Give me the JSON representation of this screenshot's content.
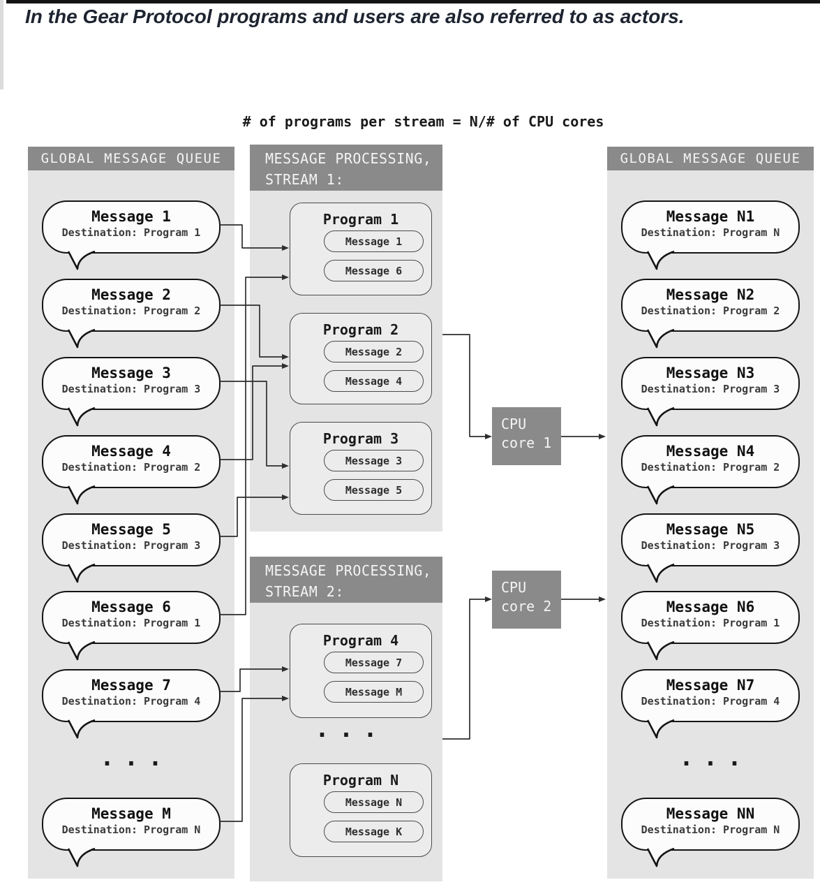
{
  "quote": "In the Gear Protocol programs and users are also referred to as actors.",
  "formula": "# of programs per stream = N/# of CPU cores",
  "ellipsis": "...",
  "left_queue": {
    "title": "GLOBAL MESSAGE QUEUE",
    "items": [
      {
        "title": "Message 1",
        "subtitle": "Destination: Program 1"
      },
      {
        "title": "Message 2",
        "subtitle": "Destination: Program 2"
      },
      {
        "title": "Message 3",
        "subtitle": "Destination: Program 3"
      },
      {
        "title": "Message 4",
        "subtitle": "Destination: Program 2"
      },
      {
        "title": "Message 5",
        "subtitle": "Destination: Program 3"
      },
      {
        "title": "Message 6",
        "subtitle": "Destination: Program 1"
      },
      {
        "title": "Message 7",
        "subtitle": "Destination: Program 4"
      },
      {
        "dots": true
      },
      {
        "title": "Message M",
        "subtitle": "Destination: Program N"
      }
    ]
  },
  "right_queue": {
    "title": "GLOBAL MESSAGE QUEUE",
    "items": [
      {
        "title": "Message N1",
        "subtitle": "Destination: Program N"
      },
      {
        "title": "Message N2",
        "subtitle": "Destination: Program 2"
      },
      {
        "title": "Message N3",
        "subtitle": "Destination: Program 3"
      },
      {
        "title": "Message N4",
        "subtitle": "Destination: Program 2"
      },
      {
        "title": "Message N5",
        "subtitle": "Destination: Program 3"
      },
      {
        "title": "Message N6",
        "subtitle": "Destination: Program 1"
      },
      {
        "title": "Message N7",
        "subtitle": "Destination: Program 4"
      },
      {
        "dots": true
      },
      {
        "title": "Message NN",
        "subtitle": "Destination: Program N"
      }
    ]
  },
  "streams": [
    {
      "title": "MESSAGE PROCESSING,\nSTREAM 1:",
      "programs": [
        {
          "title": "Program 1",
          "messages": [
            "Message 1",
            "Message 6"
          ]
        },
        {
          "title": "Program 2",
          "messages": [
            "Message 2",
            "Message 4"
          ]
        },
        {
          "title": "Program 3",
          "messages": [
            "Message 3",
            "Message 5"
          ]
        }
      ]
    },
    {
      "title": "MESSAGE PROCESSING,\nSTREAM 2:",
      "programs": [
        {
          "title": "Program 4",
          "messages": [
            "Message 7",
            "Message M"
          ]
        },
        {
          "dots": true
        },
        {
          "title": "Program N",
          "messages": [
            "Message N",
            "Message K"
          ]
        }
      ]
    }
  ],
  "cpu_cores": [
    {
      "label": "CPU\ncore 1"
    },
    {
      "label": "CPU\ncore 2"
    }
  ],
  "colors": {
    "header_bg": "#8a8a8a",
    "header_text": "#f4f4f4",
    "column_bg": "#e4e4e4",
    "program_bg": "#ececec",
    "program_border": "#4a4a4a",
    "bubble_bg": "#fcfcfc",
    "bubble_border": "#141414",
    "connector": "#2e2e2e",
    "cpu_bg": "#8a8a8a",
    "cpu_text": "#f4f4f4",
    "quote_text": "#1d2430",
    "quote_bar": "#dcdcdc",
    "top_border": "#141414"
  }
}
